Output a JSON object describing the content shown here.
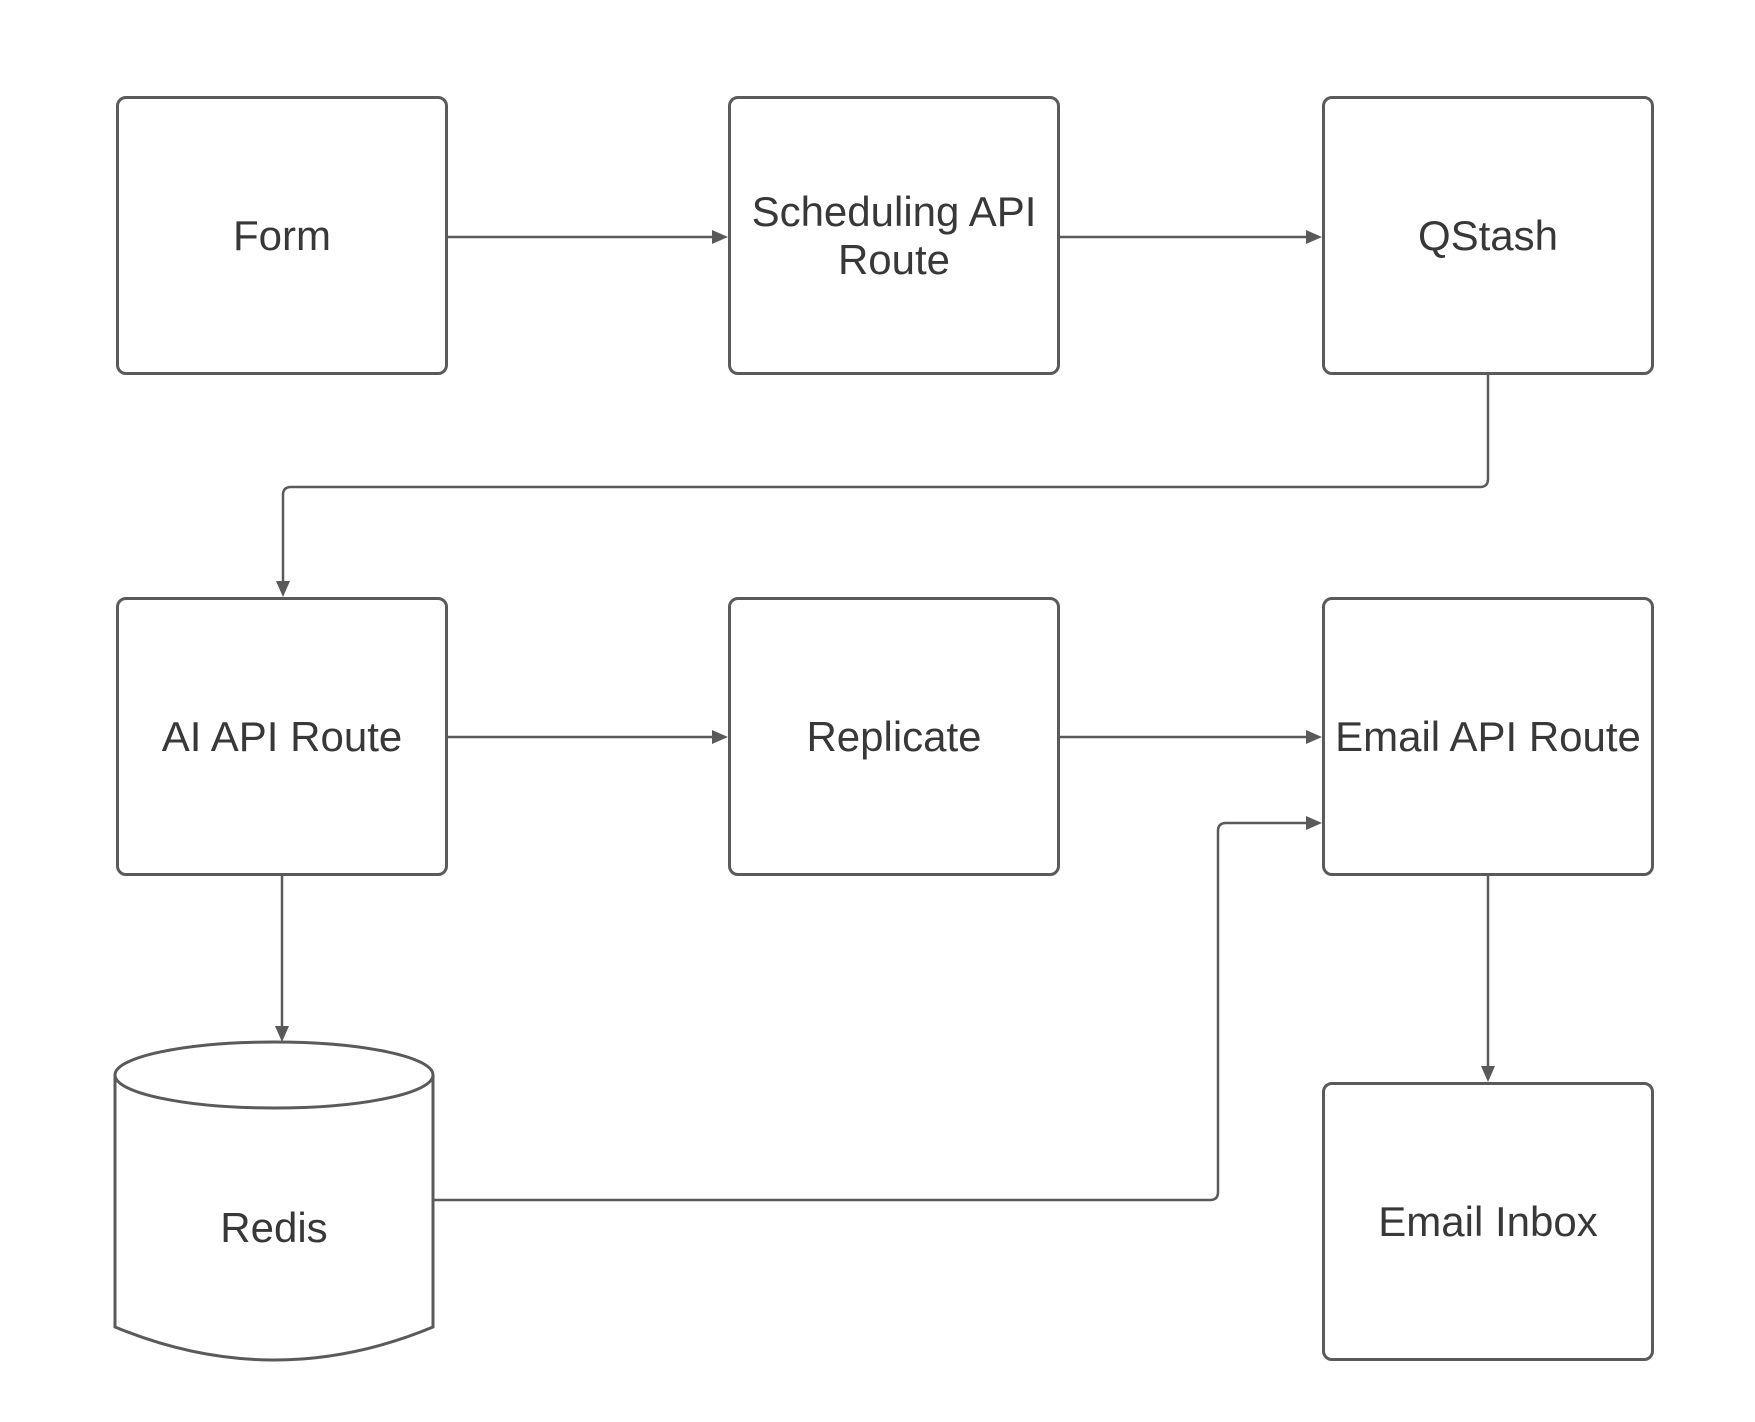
{
  "diagram": {
    "type": "flowchart",
    "background_color": "#ffffff",
    "stroke_color": "#5a5a5a",
    "text_color": "#383838",
    "nodes": {
      "form": {
        "label": "Form",
        "shape": "rectangle"
      },
      "scheduling_api_route": {
        "label": "Scheduling API\nRoute",
        "shape": "rectangle"
      },
      "qstash": {
        "label": "QStash",
        "shape": "rectangle"
      },
      "ai_api_route": {
        "label": "AI API Route",
        "shape": "rectangle"
      },
      "replicate": {
        "label": "Replicate",
        "shape": "rectangle"
      },
      "email_api_route": {
        "label": "Email API Route",
        "shape": "rectangle"
      },
      "redis": {
        "label": "Redis",
        "shape": "cylinder"
      },
      "email_inbox": {
        "label": "Email Inbox",
        "shape": "rectangle"
      }
    },
    "edges": [
      {
        "from": "Form",
        "to": "Scheduling API Route"
      },
      {
        "from": "Scheduling API Route",
        "to": "QStash"
      },
      {
        "from": "QStash",
        "to": "AI API Route"
      },
      {
        "from": "AI API Route",
        "to": "Replicate"
      },
      {
        "from": "Replicate",
        "to": "Email API Route"
      },
      {
        "from": "AI API Route",
        "to": "Redis"
      },
      {
        "from": "Redis",
        "to": "Email API Route"
      },
      {
        "from": "Email API Route",
        "to": "Email Inbox"
      }
    ]
  }
}
